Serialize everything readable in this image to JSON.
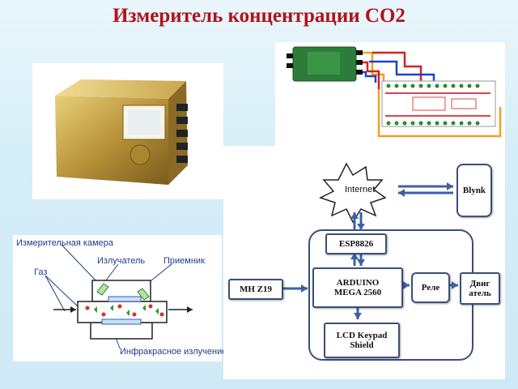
{
  "slide": {
    "title": "Измеритель концентрации CO2"
  },
  "sensor_diagram": {
    "labels": {
      "chamber": "Измерительная камера",
      "emitter": "Излучатель",
      "receiver": "Приемник",
      "gas": "Газ",
      "ir": "Инфракрасное излучение"
    }
  },
  "block_diagram": {
    "internet": "Internet",
    "blynk": "Blynk",
    "esp": "ESP8826",
    "arduino_line1": "ARDUINO",
    "arduino_line2": "MEGA 2560",
    "mh": "МН Z19",
    "rele": "Реле",
    "motor_line1": "Двиг",
    "motor_line2": "атель",
    "lcd_line1": "LCD Keypad",
    "lcd_line2": "Shield"
  },
  "colors": {
    "title": "#b0121d",
    "label_blue": "#1f3c8c",
    "arrow_blue": "#3e5fa8"
  }
}
